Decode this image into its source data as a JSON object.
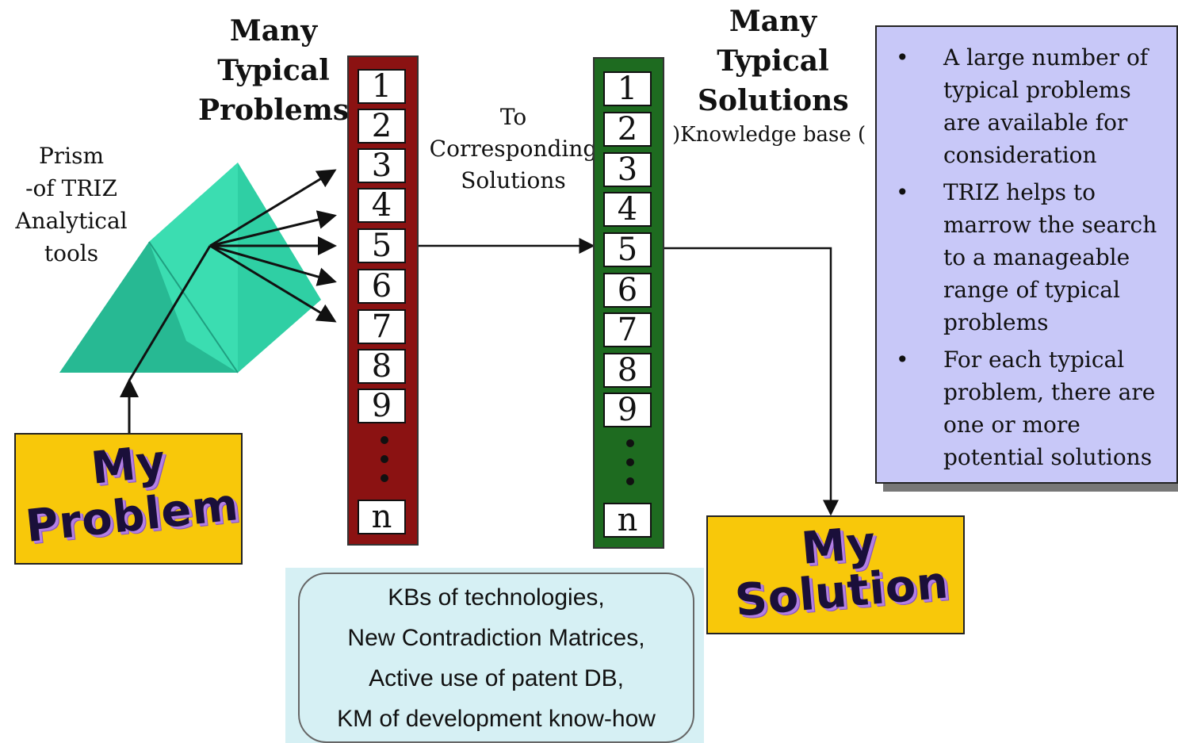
{
  "problems_heading": [
    "Many",
    "Typical",
    "Problems"
  ],
  "solutions_heading": [
    "Many",
    "Typical",
    "Solutions"
  ],
  "knowledge_base_label": ")Knowledge base (",
  "prism_label": [
    "Prism",
    "-of TRIZ",
    "Analytical",
    "tools"
  ],
  "connector_label": [
    "To",
    "Corresponding",
    "Solutions"
  ],
  "problem_items": [
    "1",
    "2",
    "3",
    "4",
    "5",
    "6",
    "7",
    "8",
    "9"
  ],
  "problem_last": "n",
  "solution_items": [
    "1",
    "2",
    "3",
    "4",
    "5",
    "6",
    "7",
    "8",
    "9"
  ],
  "solution_last": "n",
  "my_problem": [
    "My",
    "Problem"
  ],
  "my_solution": [
    "My",
    "Solution"
  ],
  "info_points": [
    [
      "A large number of",
      "typical problems",
      "are available for",
      "consideration"
    ],
    [
      "TRIZ helps to",
      "marrow the search",
      "to a manageable",
      "range of typical",
      "problems"
    ],
    [
      "For each typical",
      "problem, there are",
      "one or more",
      "potential solutions"
    ]
  ],
  "kb_lines": [
    "KBs of technologies,",
    "New Contradiction Matrices,",
    "Active use of patent DB,",
    "KM of development know-how"
  ],
  "colors": {
    "problems_column": "#8b1212",
    "solutions_column": "#1e6b20",
    "prism": "#2fcfa4",
    "my_box": "#f8c80a",
    "info_box": "#c8c8f8",
    "kb_box": "#d6f0f4"
  }
}
